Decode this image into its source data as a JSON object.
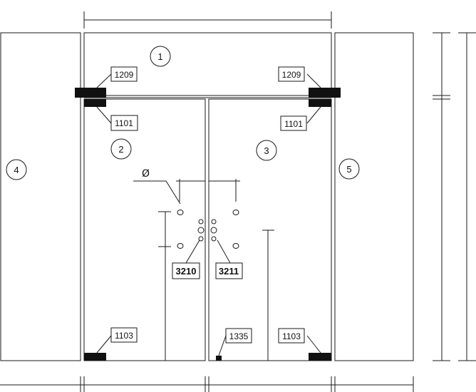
{
  "panel_numbers": {
    "transom": "1",
    "left_door": "2",
    "right_door": "3",
    "left_sidelight": "4",
    "right_sidelight": "5"
  },
  "fitting_codes": {
    "top_patch_left": "1209",
    "top_patch_right": "1209",
    "door_top_left": "1101",
    "door_top_right": "1101",
    "bottom_left": "1103",
    "bottom_right": "1103",
    "floor_lock": "1335",
    "handle_left": "3210",
    "handle_right": "3211"
  },
  "diameter_symbol": "Ø"
}
